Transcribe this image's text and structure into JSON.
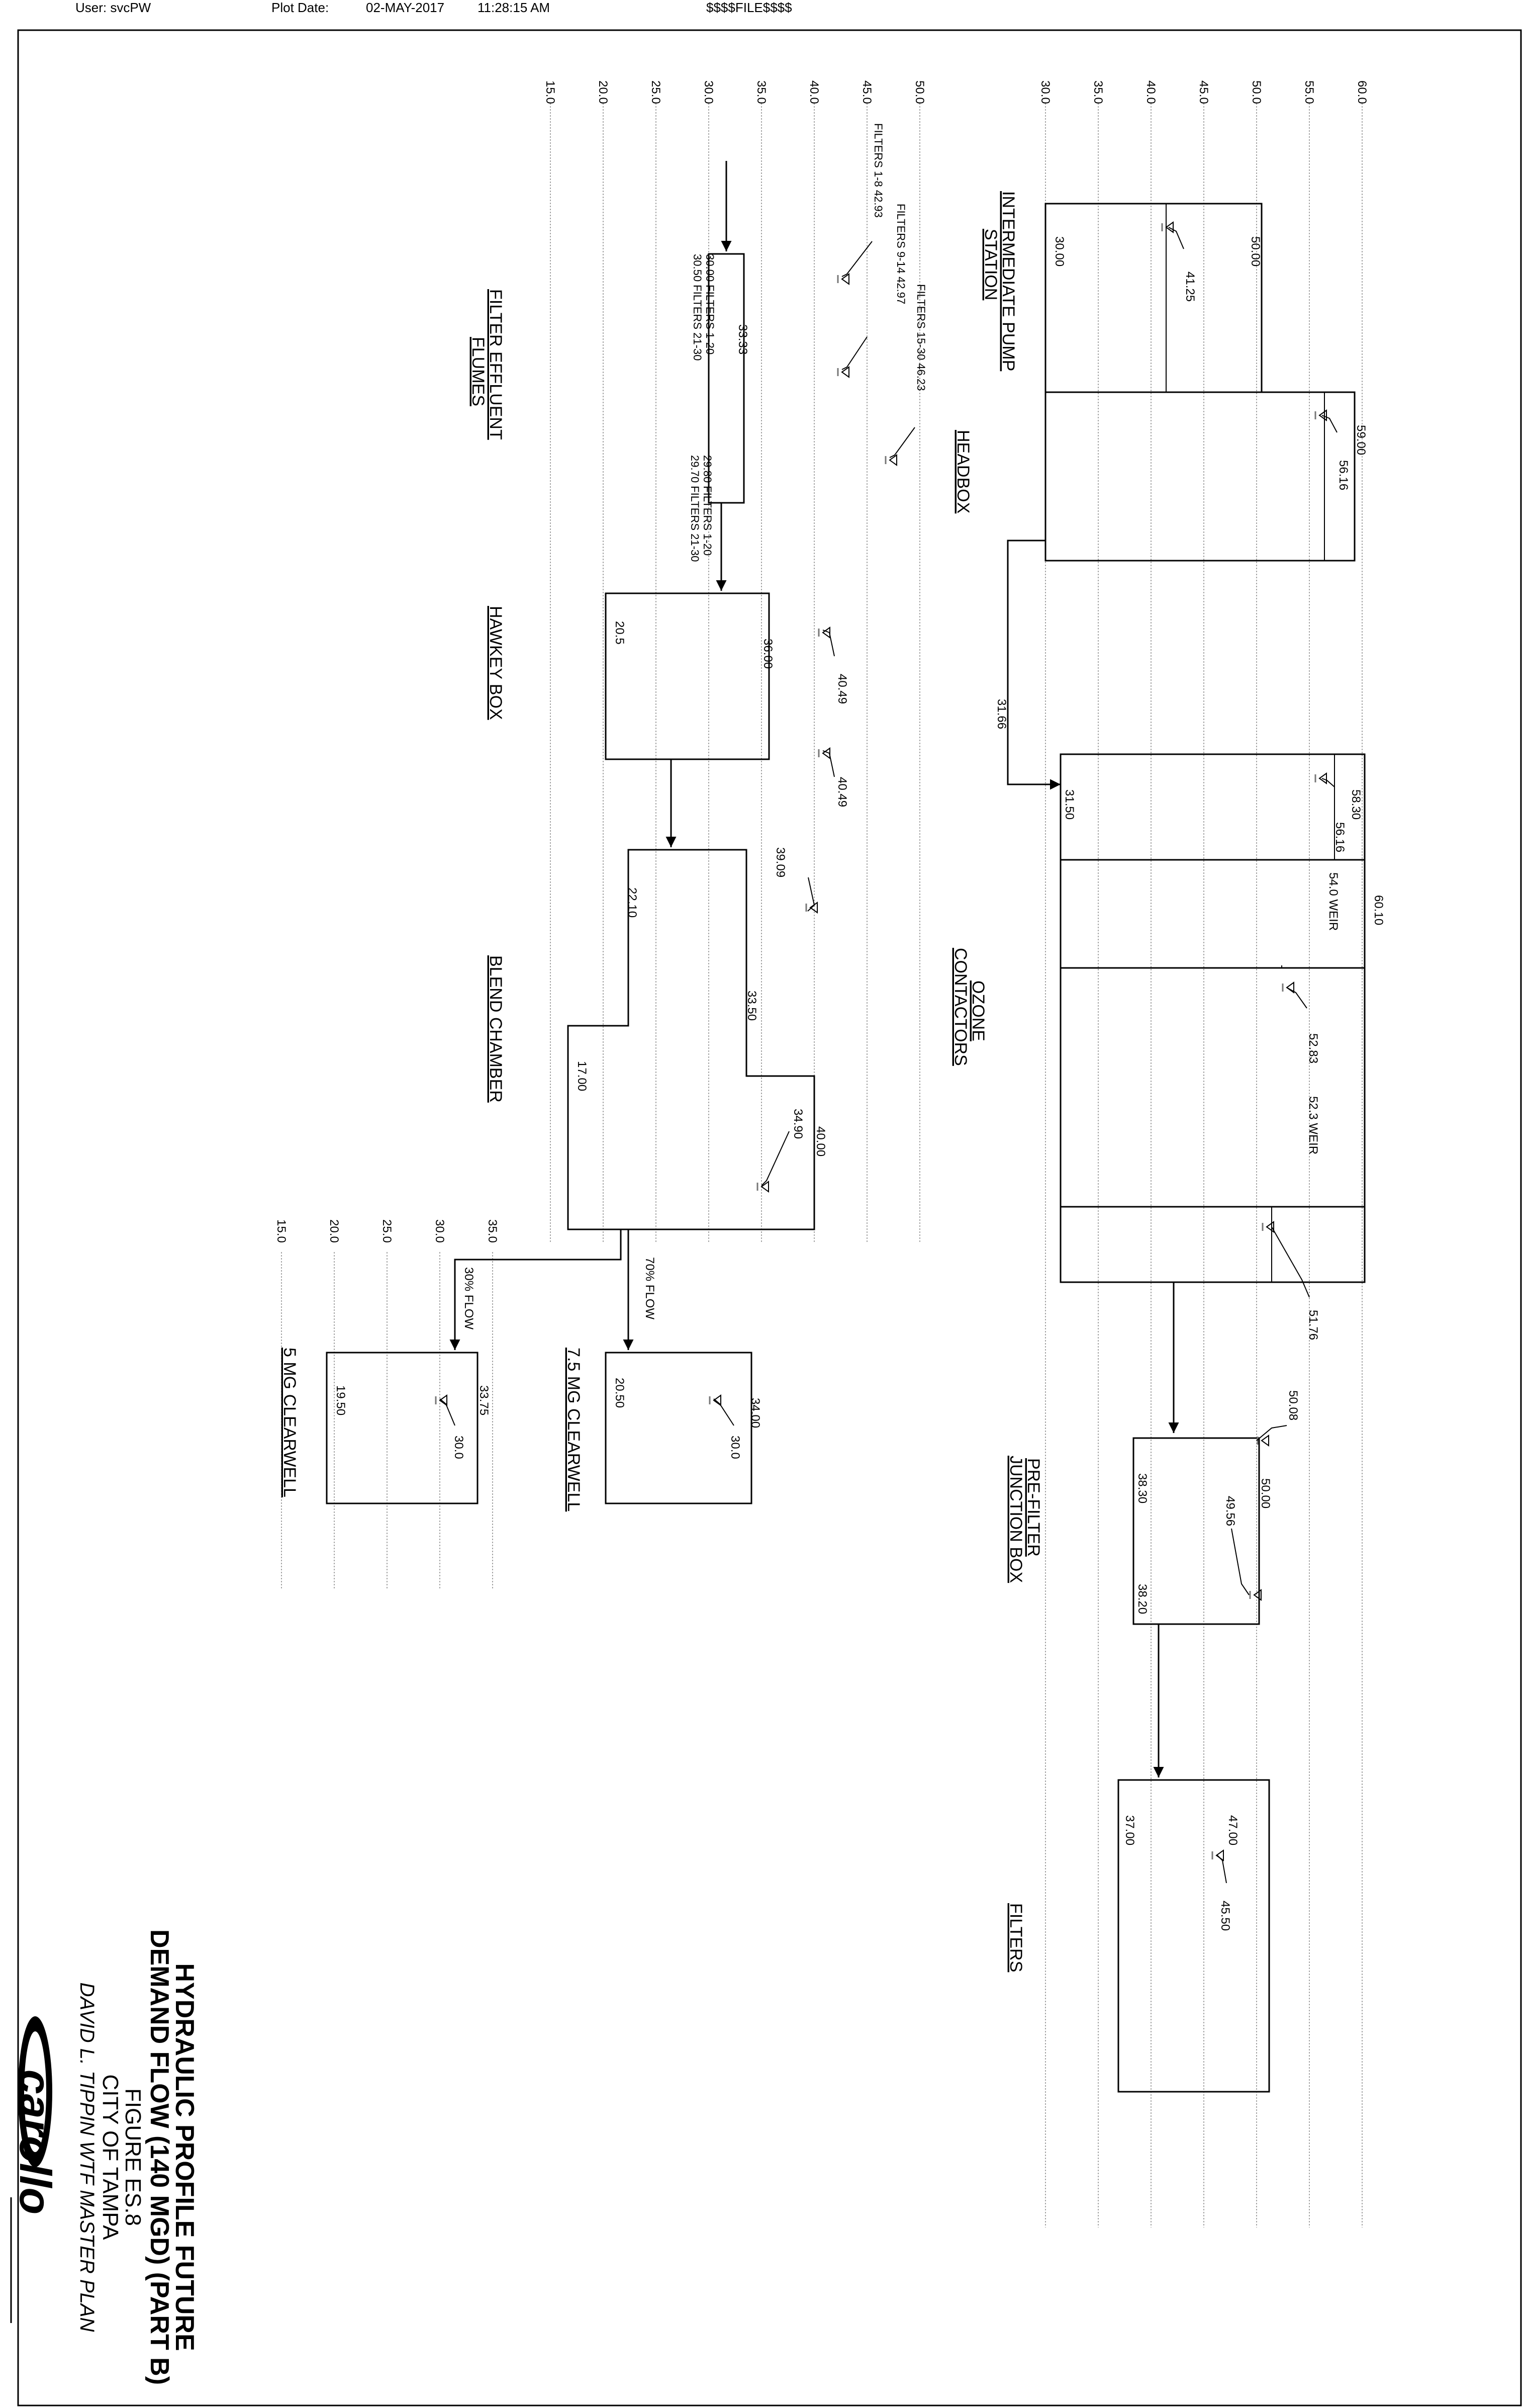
{
  "header": {
    "user": "User:  svcPW",
    "plot_date_label": "Plot Date:",
    "plot_date": "02-MAY-2017",
    "plot_time": "11:28:15 AM",
    "file": "$$$$FILE$$$$"
  },
  "title_block": {
    "title_line1": "HYDRAULIC PROFILE FUTURE",
    "title_line2": "DEMAND FLOW (140 MGD) (PART B)",
    "figure": "FIGURE ES.8",
    "client": "CITY OF TAMPA",
    "project": "DAVID L. TIPPIN WTF MASTER PLAN",
    "logo": "carollo"
  },
  "scales": {
    "upper": [
      "30.0",
      "35.0",
      "40.0",
      "45.0",
      "50.0",
      "55.0",
      "60.0"
    ],
    "middle": [
      "15.0",
      "20.0",
      "25.0",
      "30.0",
      "35.0",
      "40.0",
      "45.0",
      "50.0"
    ],
    "lower": [
      "15.0",
      "20.0",
      "25.0",
      "30.0",
      "35.0"
    ]
  },
  "structures": {
    "ips": {
      "name1": "INTERMEDIATE PUMP",
      "name2": "STATION",
      "top": "50.00",
      "bottom": "30.00",
      "ws": "41.25"
    },
    "headbox": {
      "name": "HEADBOX",
      "top": "59.00",
      "ws": "56.16",
      "outlet": "31.66"
    },
    "ozone": {
      "name1": "OZONE",
      "name2": "CONTACTORS",
      "top1": "58.30",
      "ws1": "56.16",
      "bottom": "31.50",
      "top2": "60.10",
      "weir1": "54.0 WEIR",
      "ws2": "52.83",
      "weir2": "52.3 WEIR",
      "ws3": "51.76"
    },
    "prefilter": {
      "name1": "PRE-FILTER",
      "name2": "JUNCTION BOX",
      "inlet_ws": "50.08",
      "top": "50.00",
      "bottom1": "38.30",
      "ws": "49.56",
      "bottom2": "38.20"
    },
    "filters": {
      "name": "FILTERS",
      "top": "47.00",
      "ws": "45.50",
      "bottom": "37.00"
    },
    "flumes": {
      "name1": "FILTER EFFLUENT",
      "name2": "FLUMES",
      "ws1": "FILTERS 1-8  42.93",
      "ws2": "FILTERS 9-14  42.97",
      "ws3": "FILTERS 15-30  46.23",
      "top": "33.33",
      "inv1a": "30.00 FILTERS 1-20",
      "inv1b": "30.50 FILTERS 21-30",
      "inv2a": "29.80 FILTERS 1-20",
      "inv2b": "29.70 FILTERS 21-30"
    },
    "hawkey": {
      "name": "HAWKEY BOX",
      "top": "36.00",
      "bottom": "20.5",
      "ws1": "40.49",
      "ws2": "40.49"
    },
    "blend": {
      "name": "BLEND CHAMBER",
      "ws1": "39.09",
      "top1": "33.50",
      "bottom1": "22.10",
      "bottom2": "17.00",
      "ws2": "34.90",
      "top2": "40.00"
    },
    "cw75": {
      "name": "7.5 MG CLEARWELL",
      "flow": "70% FLOW",
      "top": "34.00",
      "ws": "30.0",
      "bottom": "20.50"
    },
    "cw5": {
      "name": "5 MG CLEARWELL",
      "flow": "30% FLOW",
      "top": "33.75",
      "ws": "30.0",
      "bottom": "19.50"
    }
  }
}
